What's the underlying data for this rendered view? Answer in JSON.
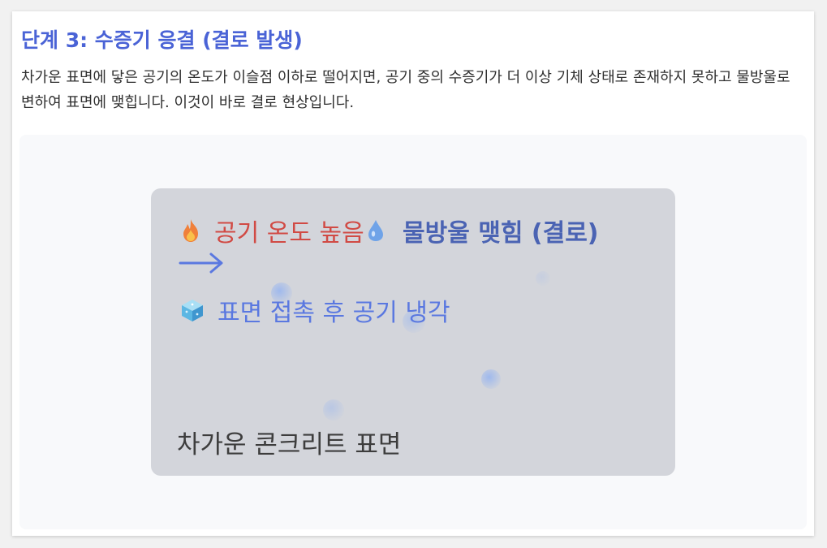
{
  "step": {
    "title": "단계 3: 수증기 응결 (결로 발생)",
    "description": "차가운 표면에 닿은 공기의 온도가 이슬점 이하로 떨어지면, 공기 중의 수증기가 더 이상 기체 상태로 존재하지 못하고 물방울로 변하여 표면에 맺힙니다. 이것이 바로 결로 현상입니다."
  },
  "diagram": {
    "hot_air": {
      "icon": "flame-icon",
      "label": "공기 온도 높음",
      "color": "#d14a44"
    },
    "arrow": {
      "icon": "arrow-right-icon",
      "color": "#5a78e0"
    },
    "droplets_form": {
      "icon": "droplet-icon",
      "label": "물방울 맺힘 (결로)",
      "color": "#4a63b3"
    },
    "cooling": {
      "icon": "ice-cube-icon",
      "label": "표면 접촉 후 공기 냉각",
      "color": "#5a78e0"
    },
    "surface_label": "차가운 콘크리트 표면"
  },
  "colors": {
    "accent": "#4a63d6",
    "panel": "#d3d5db",
    "stage_bg": "#f8f9fb"
  }
}
